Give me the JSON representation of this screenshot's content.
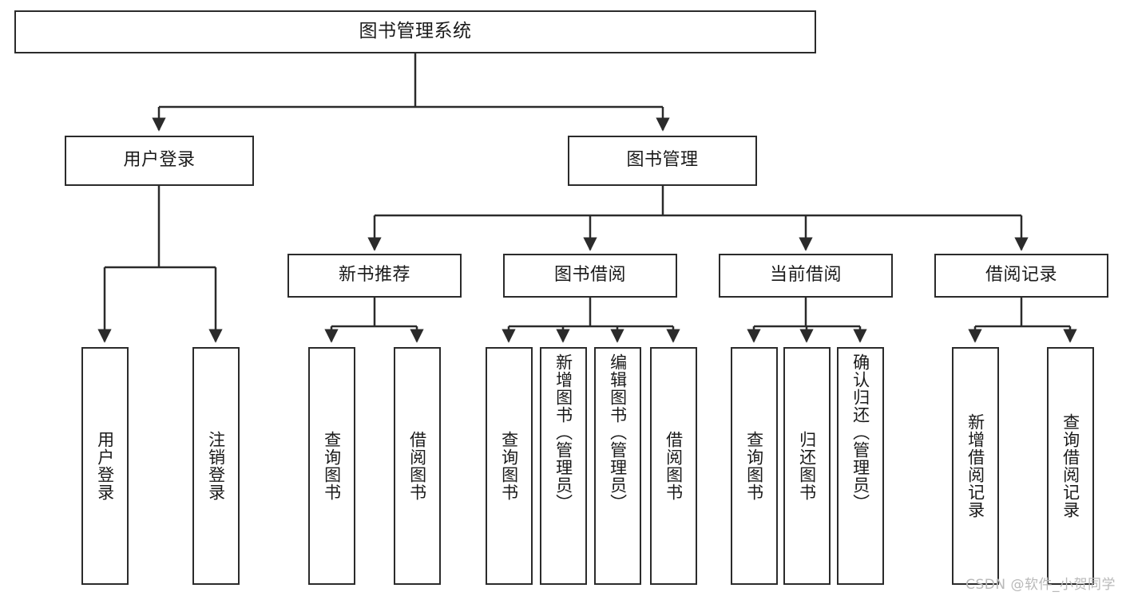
{
  "diagram": {
    "type": "tree-hierarchy",
    "title": "图书管理系统",
    "colors": {
      "background": "#ffffff",
      "box_border": "#2b2b2b",
      "box_fill": "#ffffff",
      "connector": "#2b2b2b",
      "text": "#1a1a1a",
      "watermark": "#b9b9b9"
    },
    "root": {
      "label": "图书管理系统"
    },
    "level2": [
      {
        "label": "用户登录"
      },
      {
        "label": "图书管理"
      }
    ],
    "level3": [
      {
        "label": "新书推荐"
      },
      {
        "label": "图书借阅"
      },
      {
        "label": "当前借阅"
      },
      {
        "label": "借阅记录"
      }
    ],
    "leaves": {
      "user_login": [
        {
          "label": "用户登录"
        },
        {
          "label": "注销登录"
        }
      ],
      "new_book_recommend": [
        {
          "label": "查询图书"
        },
        {
          "label": "借阅图书"
        }
      ],
      "book_borrow": [
        {
          "label": "查询图书"
        },
        {
          "label": "新增图书（管理员）"
        },
        {
          "label": "编辑图书（管理员）"
        },
        {
          "label": "借阅图书"
        }
      ],
      "current_borrow": [
        {
          "label": "查询图书"
        },
        {
          "label": "归还图书"
        },
        {
          "label": "确认归还（管理员）"
        }
      ],
      "borrow_record": [
        {
          "label": "新增借阅记录"
        },
        {
          "label": "查询借阅记录"
        }
      ]
    }
  },
  "watermark": {
    "text": "CSDN @软件_小贺同学"
  }
}
